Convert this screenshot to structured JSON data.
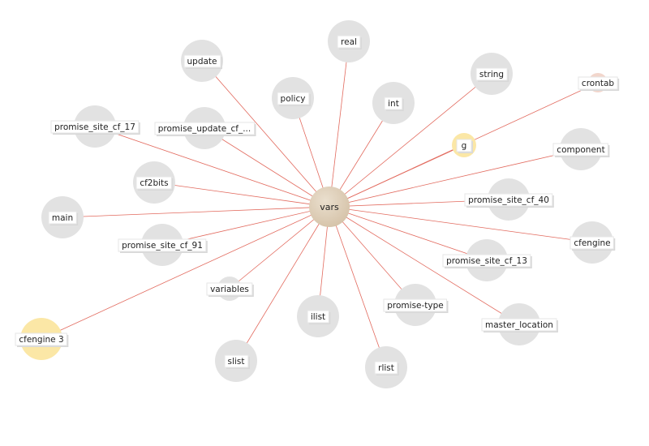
{
  "graph": {
    "center": {
      "id": "vars",
      "label": "vars",
      "color": "#d5c2a8"
    },
    "nodes": [
      {
        "id": "real",
        "label": "real",
        "color": "#e2e2e2"
      },
      {
        "id": "update",
        "label": "update",
        "color": "#e2e2e2"
      },
      {
        "id": "string",
        "label": "string",
        "color": "#e2e2e2"
      },
      {
        "id": "crontab",
        "label": "crontab",
        "color": "#f2d6cc"
      },
      {
        "id": "policy",
        "label": "policy",
        "color": "#e2e2e2"
      },
      {
        "id": "int",
        "label": "int",
        "color": "#e2e2e2"
      },
      {
        "id": "promise_site_cf_17",
        "label": "promise_site_cf_17",
        "color": "#e2e2e2"
      },
      {
        "id": "promise_update_cf",
        "label": "promise_update_cf_...",
        "color": "#e2e2e2"
      },
      {
        "id": "g",
        "label": "g",
        "color": "#fbe7a6",
        "selected": true
      },
      {
        "id": "component",
        "label": "component",
        "color": "#e2e2e2"
      },
      {
        "id": "cf2bits",
        "label": "cf2bits",
        "color": "#e2e2e2"
      },
      {
        "id": "promise_site_cf_40",
        "label": "promise_site_cf_40",
        "color": "#e2e2e2"
      },
      {
        "id": "main",
        "label": "main",
        "color": "#e2e2e2"
      },
      {
        "id": "cfengine",
        "label": "cfengine",
        "color": "#e2e2e2"
      },
      {
        "id": "promise_site_cf_91",
        "label": "promise_site_cf_91",
        "color": "#e2e2e2"
      },
      {
        "id": "promise_site_cf_13",
        "label": "promise_site_cf_13",
        "color": "#e2e2e2"
      },
      {
        "id": "variables",
        "label": "variables",
        "color": "#e2e2e2"
      },
      {
        "id": "ilist",
        "label": "ilist",
        "color": "#e2e2e2"
      },
      {
        "id": "promise-type",
        "label": "promise-type",
        "color": "#e2e2e2"
      },
      {
        "id": "master_location",
        "label": "master_location",
        "color": "#e2e2e2"
      },
      {
        "id": "cfengine_3",
        "label": "cfengine 3",
        "color": "#fbe7a6"
      },
      {
        "id": "slist",
        "label": "slist",
        "color": "#e2e2e2"
      },
      {
        "id": "rlist",
        "label": "rlist",
        "color": "#e2e2e2"
      }
    ],
    "edge_color": "#e26a5e"
  }
}
